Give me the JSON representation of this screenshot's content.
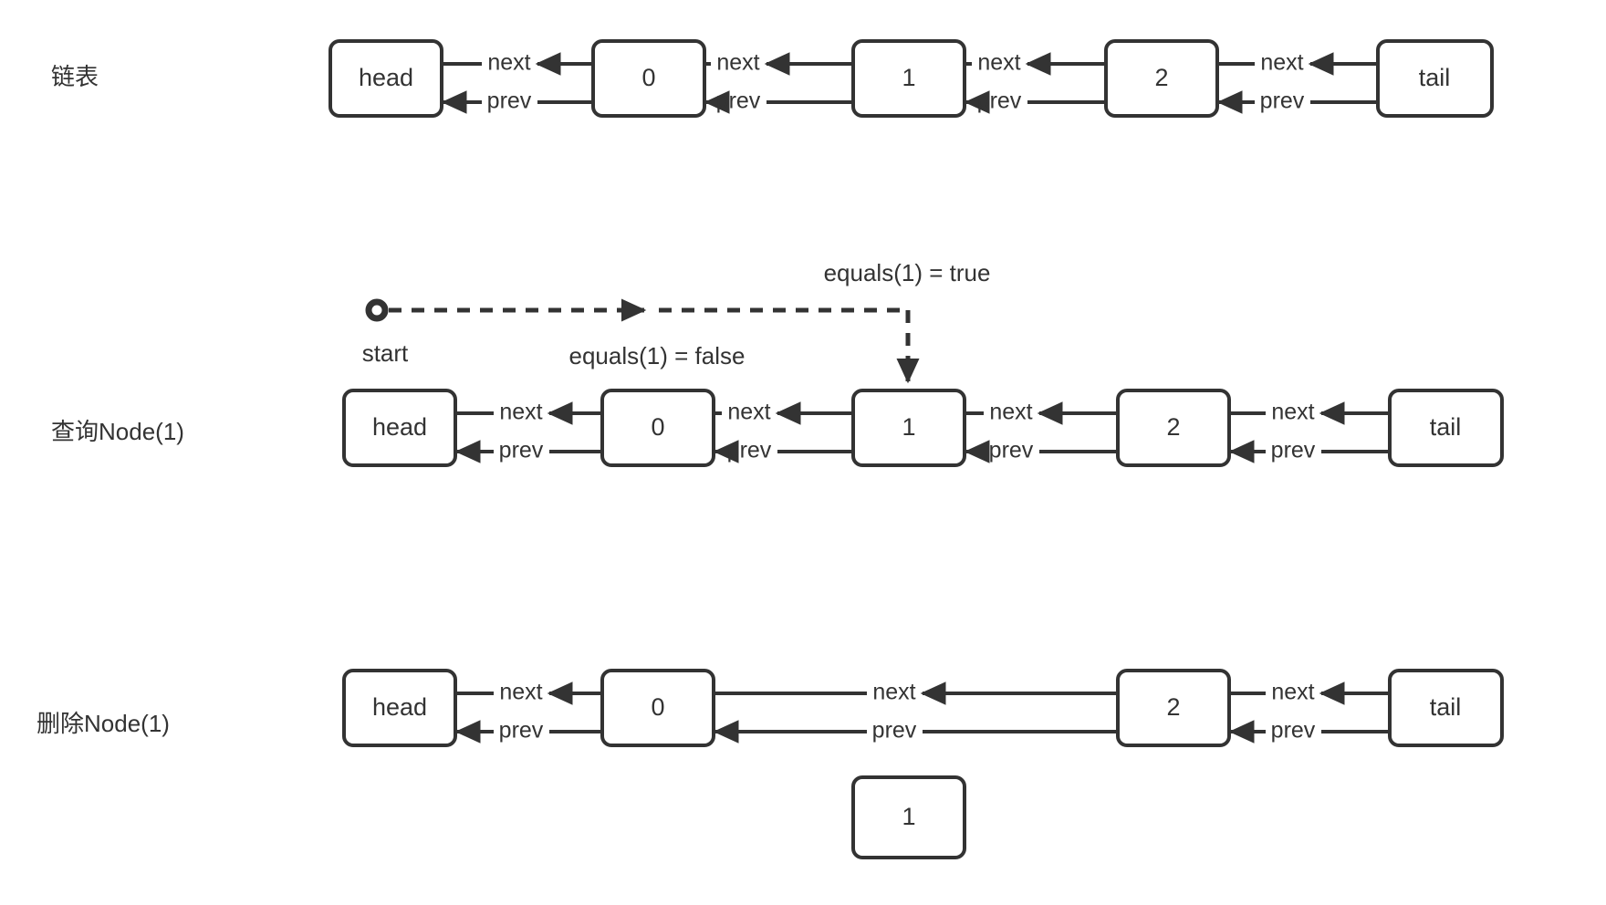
{
  "diagram": {
    "title_rows": [
      {
        "id": "row-linked-list",
        "label": "链表"
      },
      {
        "id": "row-query-node",
        "label": "查询Node(1)"
      },
      {
        "id": "row-delete-node",
        "label": "删除Node(1)"
      }
    ],
    "colors": {
      "stroke": "#333333",
      "fill": "#ffffff",
      "background": "#ffffff",
      "text": "#333333"
    },
    "edge_labels": {
      "next": "next",
      "prev": "prev"
    },
    "rows": {
      "linked_list": {
        "nodes": [
          {
            "id": "n1-head",
            "text": "head"
          },
          {
            "id": "n1-0",
            "text": "0"
          },
          {
            "id": "n1-1",
            "text": "1"
          },
          {
            "id": "n1-2",
            "text": "2"
          },
          {
            "id": "n1-tail",
            "text": "tail"
          }
        ],
        "links": [
          {
            "from": "head",
            "to": "0",
            "forward": "next",
            "backward": "prev"
          },
          {
            "from": "0",
            "to": "1",
            "forward": "next",
            "backward": "prev"
          },
          {
            "from": "1",
            "to": "2",
            "forward": "next",
            "backward": "prev"
          },
          {
            "from": "2",
            "to": "tail",
            "forward": "next",
            "backward": "prev"
          }
        ]
      },
      "query_node": {
        "nodes": [
          {
            "id": "n2-head",
            "text": "head"
          },
          {
            "id": "n2-0",
            "text": "0"
          },
          {
            "id": "n2-1",
            "text": "1"
          },
          {
            "id": "n2-2",
            "text": "2"
          },
          {
            "id": "n2-tail",
            "text": "tail"
          }
        ],
        "links": [
          {
            "from": "head",
            "to": "0",
            "forward": "next",
            "backward": "prev"
          },
          {
            "from": "0",
            "to": "1",
            "forward": "next",
            "backward": "prev"
          },
          {
            "from": "1",
            "to": "2",
            "forward": "next",
            "backward": "prev"
          },
          {
            "from": "2",
            "to": "tail",
            "forward": "next",
            "backward": "prev"
          }
        ],
        "traversal": {
          "start_label": "start",
          "false_label": "equals(1) = false",
          "true_label": "equals(1) = true",
          "target_node": "1"
        }
      },
      "delete_node": {
        "nodes": [
          {
            "id": "n3-head",
            "text": "head"
          },
          {
            "id": "n3-0",
            "text": "0"
          },
          {
            "id": "n3-2",
            "text": "2"
          },
          {
            "id": "n3-tail",
            "text": "tail"
          }
        ],
        "detached_node": {
          "id": "n3-detached-1",
          "text": "1"
        },
        "links": [
          {
            "from": "head",
            "to": "0",
            "forward": "next",
            "backward": "prev"
          },
          {
            "from": "0",
            "to": "2",
            "forward": "next",
            "backward": "prev"
          },
          {
            "from": "2",
            "to": "tail",
            "forward": "next",
            "backward": "prev"
          }
        ]
      }
    }
  }
}
